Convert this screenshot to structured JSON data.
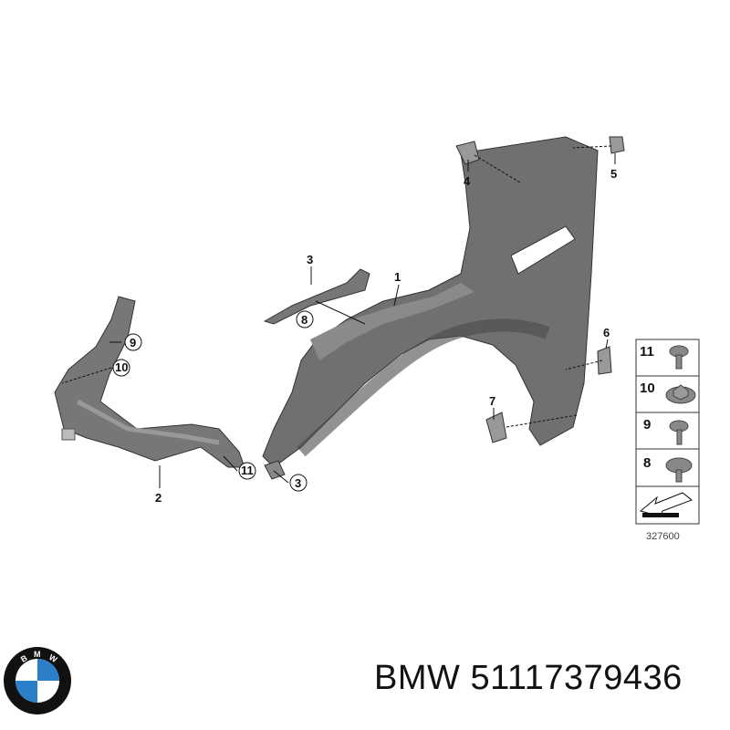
{
  "diagram": {
    "callouts": [
      "1",
      "2",
      "3",
      "3",
      "4",
      "5",
      "6",
      "7",
      "8",
      "9",
      "10",
      "11"
    ],
    "legend": [
      {
        "number": "11",
        "part": "screw-with-washer-icon"
      },
      {
        "number": "10",
        "part": "flange-nut-icon"
      },
      {
        "number": "9",
        "part": "hex-bolt-icon"
      },
      {
        "number": "8",
        "part": "hex-bolt-with-washer-icon"
      }
    ],
    "legend_arrow": "direction-arrow-icon",
    "diagram_id": "327600"
  },
  "caption": {
    "brand": "BMW",
    "part_number": "51117379436"
  },
  "logo": {
    "text": "BMW",
    "colors": {
      "blue": "#2a7fc8",
      "white": "#ffffff",
      "ring": "#111111"
    }
  }
}
